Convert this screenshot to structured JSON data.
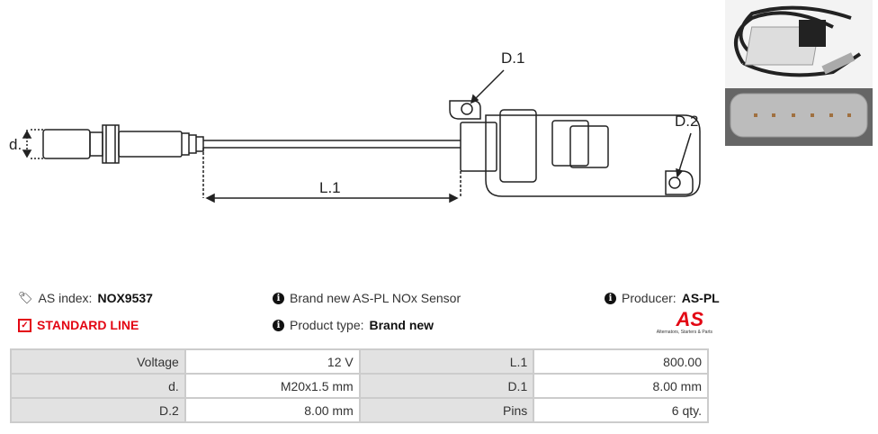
{
  "diagram": {
    "d_label": "d.",
    "l1_label": "L.1",
    "d1_label": "D.1",
    "d2_label": "D.2"
  },
  "info": {
    "as_index_label": "AS index:",
    "as_index_value": "NOX9537",
    "description": "Brand new AS-PL NOx Sensor",
    "producer_label": "Producer:",
    "producer_value": "AS-PL",
    "line": "STANDARD LINE",
    "product_type_label": "Product type:",
    "product_type_value": "Brand new"
  },
  "logo": {
    "text": "AS",
    "tagline": "Alternators, Starters & Parts"
  },
  "specs": [
    {
      "k1": "Voltage",
      "v1": "12 V",
      "k2": "L.1",
      "v2": "800.00"
    },
    {
      "k1": "d.",
      "v1": "M20x1.5 mm",
      "k2": "D.1",
      "v2": "8.00 mm"
    },
    {
      "k1": "D.2",
      "v1": "8.00 mm",
      "k2": "Pins",
      "v2": "6 qty."
    }
  ],
  "colors": {
    "accent": "#e30613"
  }
}
